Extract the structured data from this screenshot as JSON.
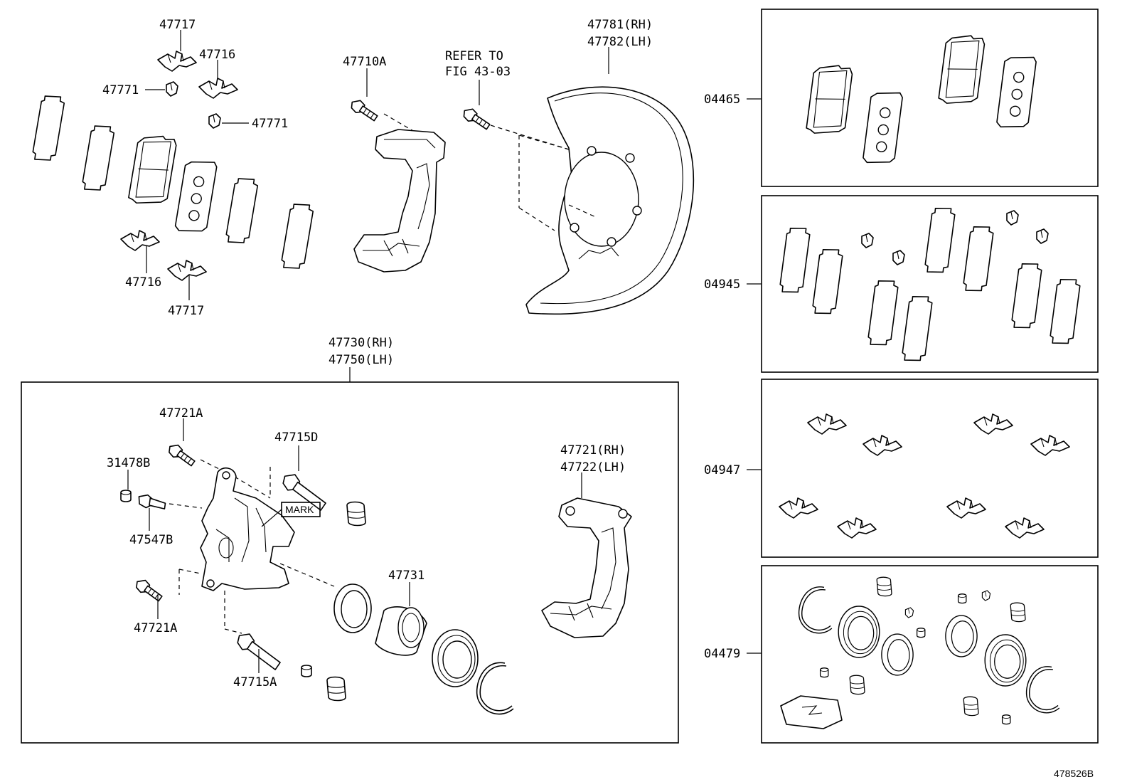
{
  "figure_id": "478526B",
  "callouts": {
    "c47717_top": "47717",
    "c47716_top": "47716",
    "c47771_a": "47771",
    "c47771_b": "47771",
    "c47716_bot": "47716",
    "c47717_bot": "47717",
    "c47710A": "47710A",
    "refer_line1": "REFER TO",
    "refer_line2": "FIG 43-03",
    "c47781": "47781(RH)",
    "c47782": "47782(LH)",
    "c47730": "47730(RH)",
    "c47750": "47750(LH)",
    "c47721A_top": "47721A",
    "c47715D": "47715D",
    "c31478B": "31478B",
    "c47547B": "47547B",
    "mark": "MARK",
    "c47721A_bot": "47721A",
    "c47715A": "47715A",
    "c47731": "47731",
    "c47721": "47721(RH)",
    "c47722": "47722(LH)"
  },
  "kits": {
    "k04465": "04465",
    "k04945": "04945",
    "k04947": "04947",
    "k04479": "04479"
  }
}
